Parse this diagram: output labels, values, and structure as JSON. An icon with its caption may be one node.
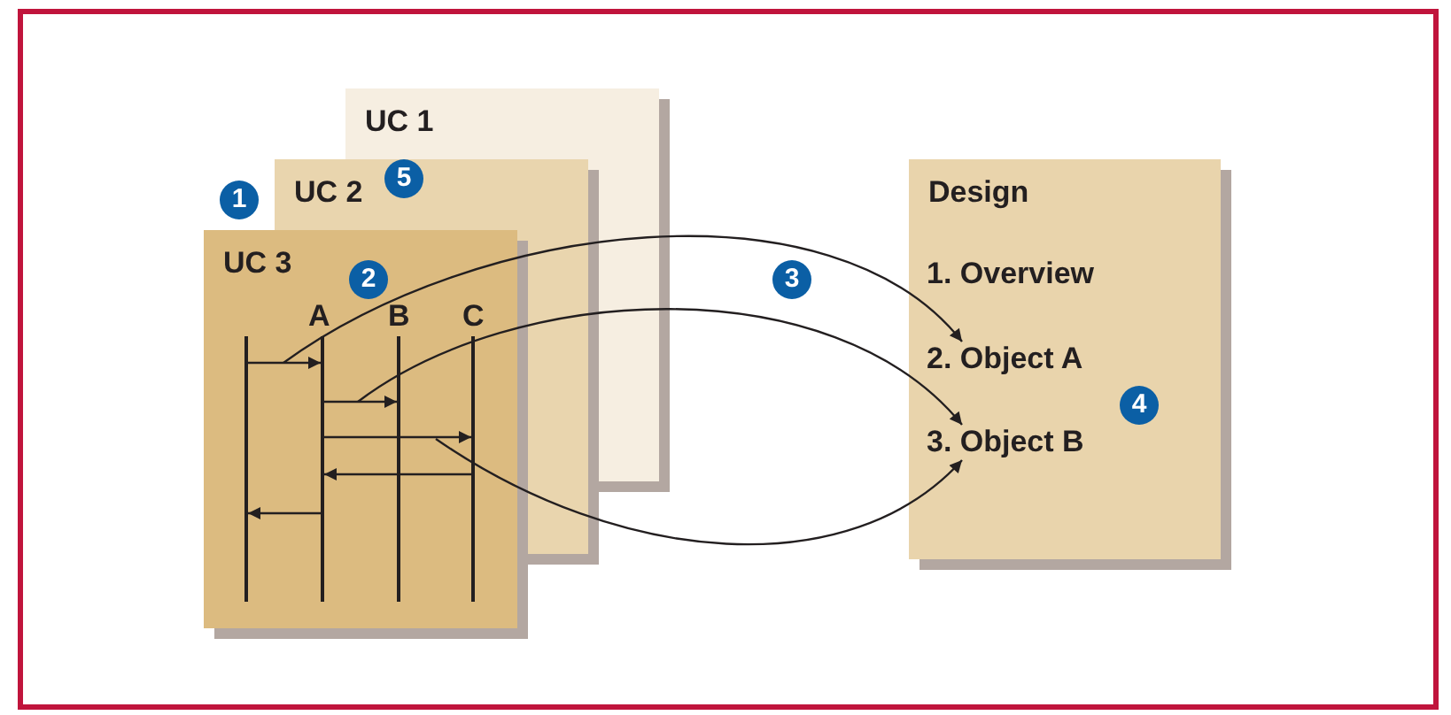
{
  "diagram": {
    "nodes": [
      {
        "text": [
          "UC 1"
        ]
      },
      {
        "text": [
          "UC 2"
        ]
      },
      {
        "text": [
          "UC 3"
        ]
      },
      {
        "text": [
          "Design"
        ]
      },
      {
        "text": [
          "1. Overview"
        ],
        "in": 3
      },
      {
        "text": [
          "2. Object A"
        ],
        "in": 3
      },
      {
        "text": [
          "3. Object B"
        ],
        "in": 3
      },
      {
        "text": [],
        "shape": "line",
        "in": 2
      },
      {
        "text": [],
        "shape": "line",
        "in": 2
      },
      {
        "text": [],
        "shape": "line",
        "in": 2
      },
      {
        "text": [],
        "shape": "line",
        "in": 2
      }
    ],
    "edges": [
      {
        "from": null,
        "to": 5,
        "arrow": "to"
      },
      {
        "from": null,
        "to": 6,
        "arrow": "to"
      },
      {
        "from": null,
        "to": 6,
        "arrow": "to"
      },
      {
        "from": 7,
        "to": 8,
        "arrow": "to"
      },
      {
        "from": 8,
        "to": 9,
        "arrow": "to"
      },
      {
        "from": 8,
        "to": 10,
        "arrow": "to"
      },
      {
        "from": 10,
        "to": 8,
        "arrow": "to"
      },
      {
        "from": 8,
        "to": 7,
        "arrow": "to"
      }
    ],
    "labels": [
      "1",
      "5",
      "2",
      "A",
      "B",
      "C",
      "3",
      "4"
    ]
  }
}
